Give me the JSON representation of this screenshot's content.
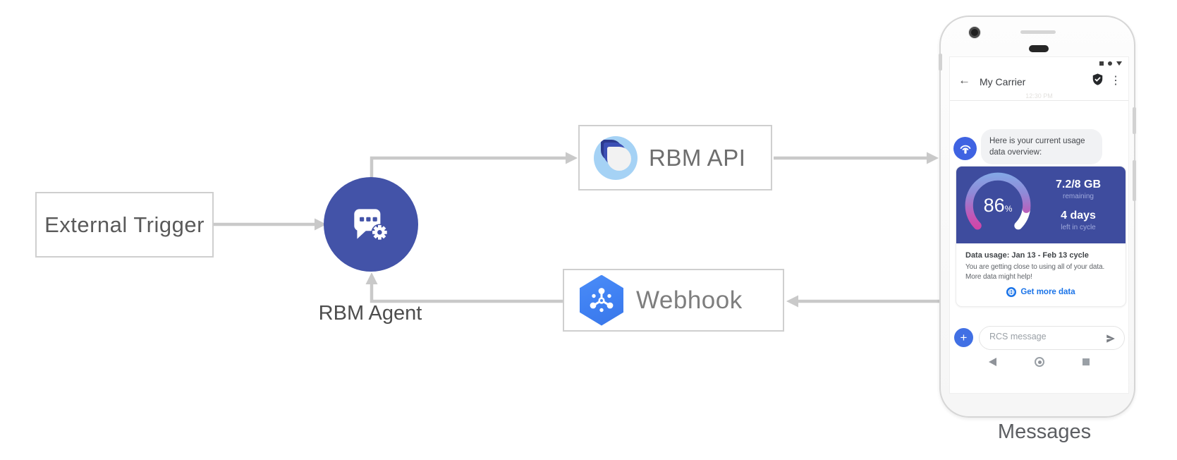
{
  "diagram": {
    "nodes": {
      "external_trigger": "External Trigger",
      "rbm_agent": "RBM Agent",
      "rbm_api": "RBM API",
      "webhook": "Webhook"
    },
    "caption": "Messages",
    "colors": {
      "arrow_gray": "#c9c9c9",
      "agent_circle": "#4353a8",
      "webhook_blue": "#4285f4",
      "card_indigo": "#3e4c9e",
      "action_blue": "#1a73e8"
    }
  },
  "phone": {
    "app_bar": {
      "back_icon": "←",
      "title": "My Carrier",
      "overflow_icon": "⋮"
    },
    "timestamp": "12:30 PM",
    "bot_message": "Here is your current usage data overview:",
    "usage_card": {
      "percent_value": "86",
      "percent_unit": "%",
      "remaining_value": "7.2/8 GB",
      "remaining_label": "remaining",
      "cycle_days_value": "4 days",
      "cycle_days_label": "left in cycle",
      "title": "Data usage: Jan 13 - Feb 13 cycle",
      "body_line1": "You are getting close to using all of your data.",
      "body_line2": "More data might help!",
      "suggestion_label": "Get more data"
    },
    "compose": {
      "add_label": "+",
      "placeholder": "RCS message"
    }
  }
}
